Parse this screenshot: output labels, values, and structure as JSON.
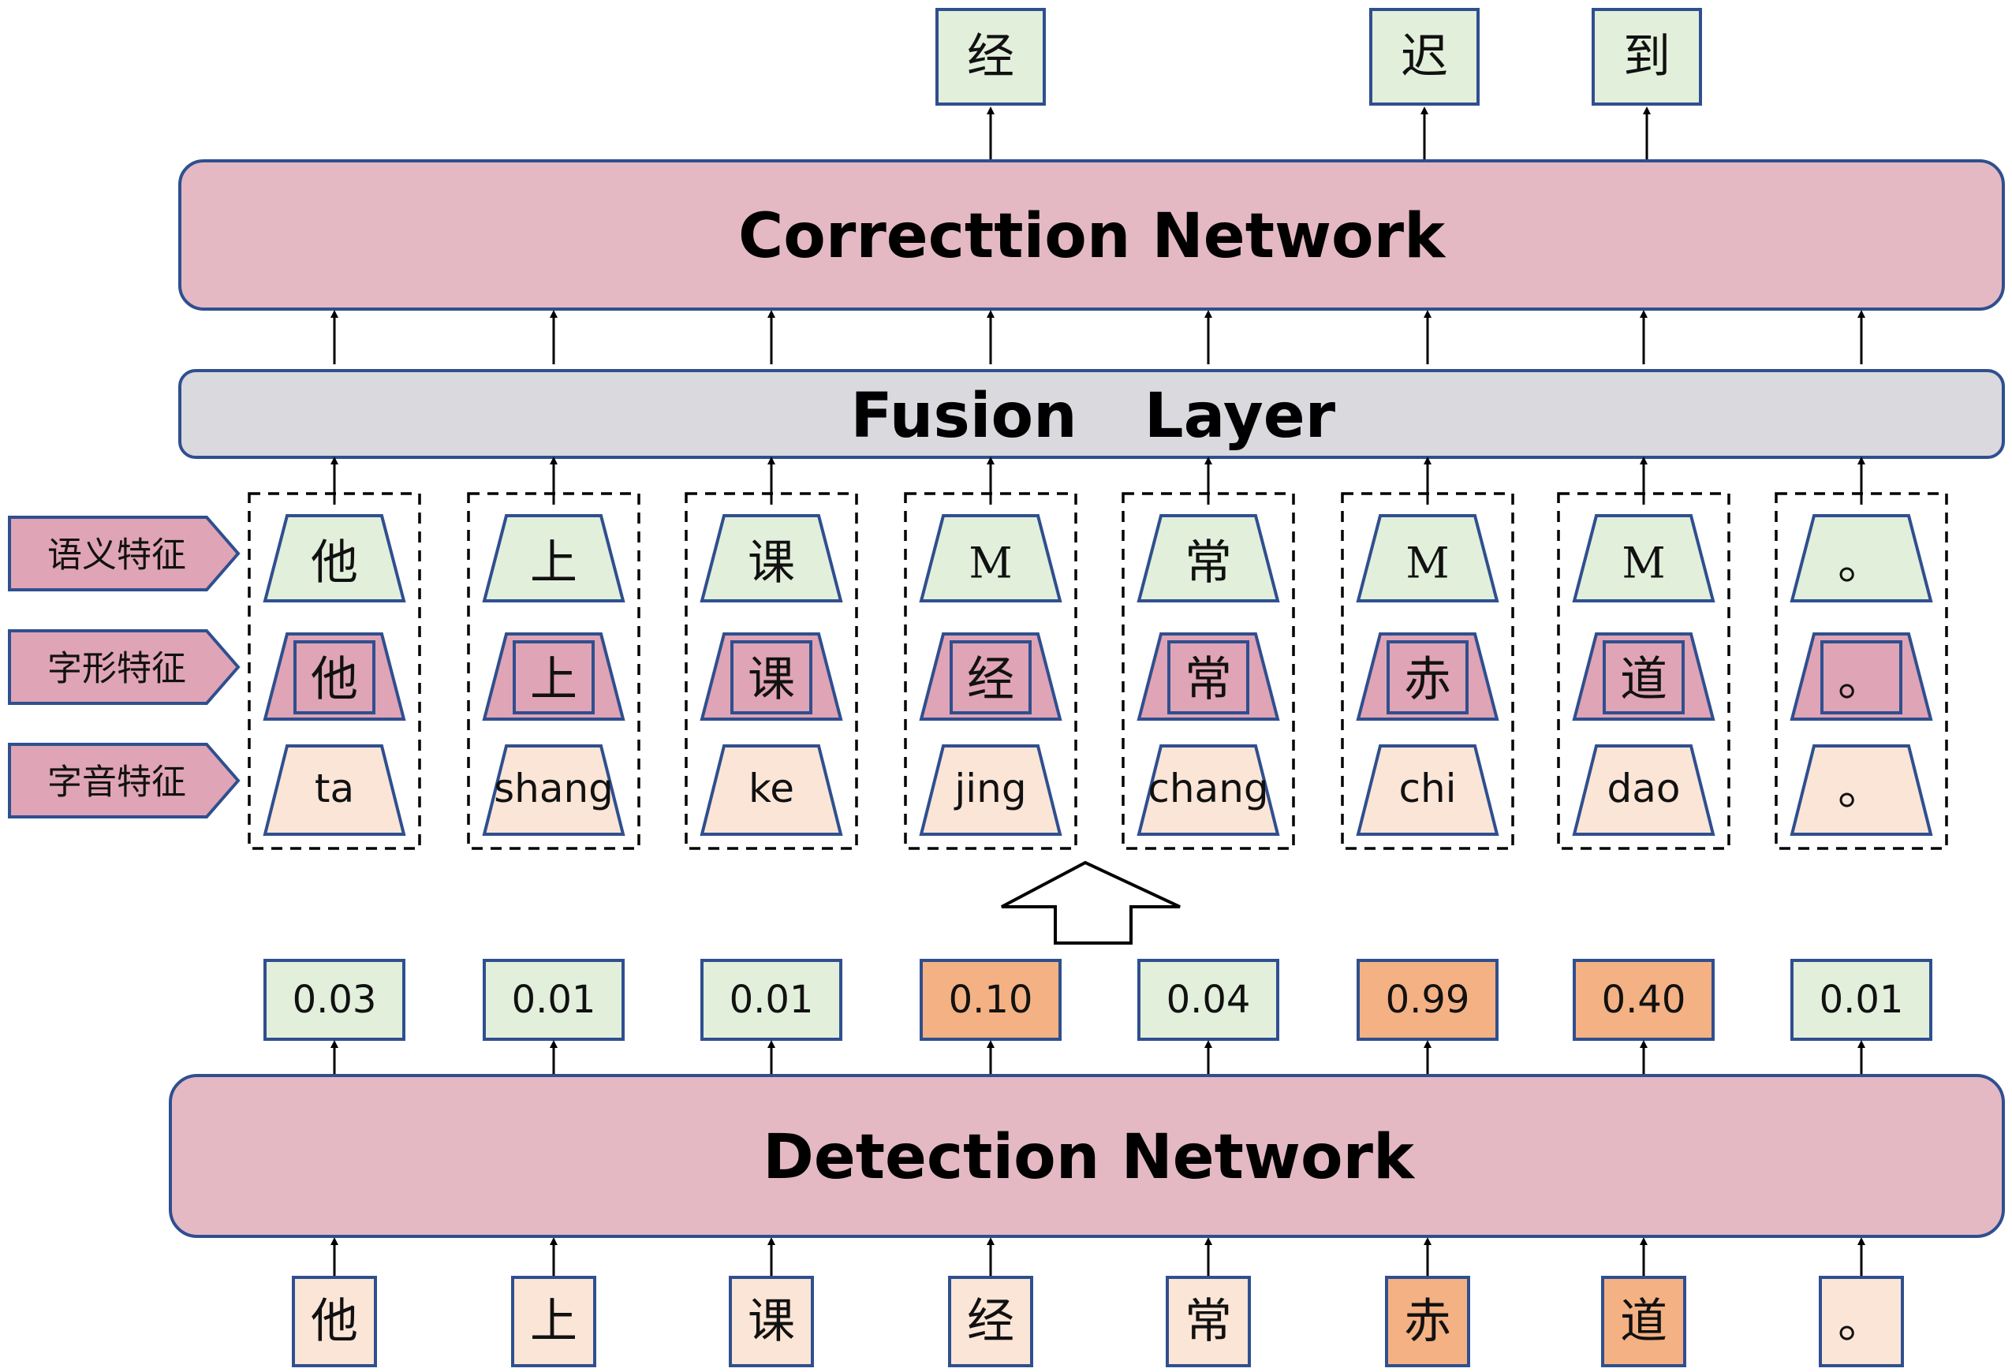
{
  "correction_network": {
    "label": "Correcttion Network"
  },
  "fusion_layer": {
    "label_left": "Fusion",
    "label_right": "Layer"
  },
  "detection_network": {
    "label": "Detection Network"
  },
  "feature_tags": [
    "语义特征",
    "字形特征",
    "字音特征"
  ],
  "outputs": [
    {
      "text": "经"
    },
    {
      "text": "迟"
    },
    {
      "text": "到"
    }
  ],
  "columns": [
    {
      "semantic": "他",
      "glyph": "他",
      "pinyin": "ta",
      "prob": "0.03",
      "input": "他"
    },
    {
      "semantic": "上",
      "glyph": "上",
      "pinyin": "shang",
      "prob": "0.01",
      "input": "上"
    },
    {
      "semantic": "课",
      "glyph": "课",
      "pinyin": "ke",
      "prob": "0.01",
      "input": "课"
    },
    {
      "semantic": "M",
      "glyph": "经",
      "pinyin": "jing",
      "prob": "0.10",
      "input": "经"
    },
    {
      "semantic": "常",
      "glyph": "常",
      "pinyin": "chang",
      "prob": "0.04",
      "input": "常"
    },
    {
      "semantic": "M",
      "glyph": "赤",
      "pinyin": "chi",
      "prob": "0.99",
      "input": "赤"
    },
    {
      "semantic": "M",
      "glyph": "道",
      "pinyin": "dao",
      "prob": "0.40",
      "input": "道"
    },
    {
      "semantic": "。",
      "glyph": "。",
      "pinyin": "。",
      "prob": "0.01",
      "input": "。"
    }
  ],
  "flagged_columns": [
    3,
    5,
    6
  ],
  "flagged_inputs": [
    5,
    6
  ],
  "colors": {
    "network_fill": "#e4b9c4",
    "fusion_fill": "#d9d9de",
    "green_fill": "#e2efda",
    "peach_fill": "#fbe5d6",
    "orange_fill": "#f4b183",
    "pink_fill": "#dfa4b5",
    "stroke": "#2f4f8f"
  }
}
